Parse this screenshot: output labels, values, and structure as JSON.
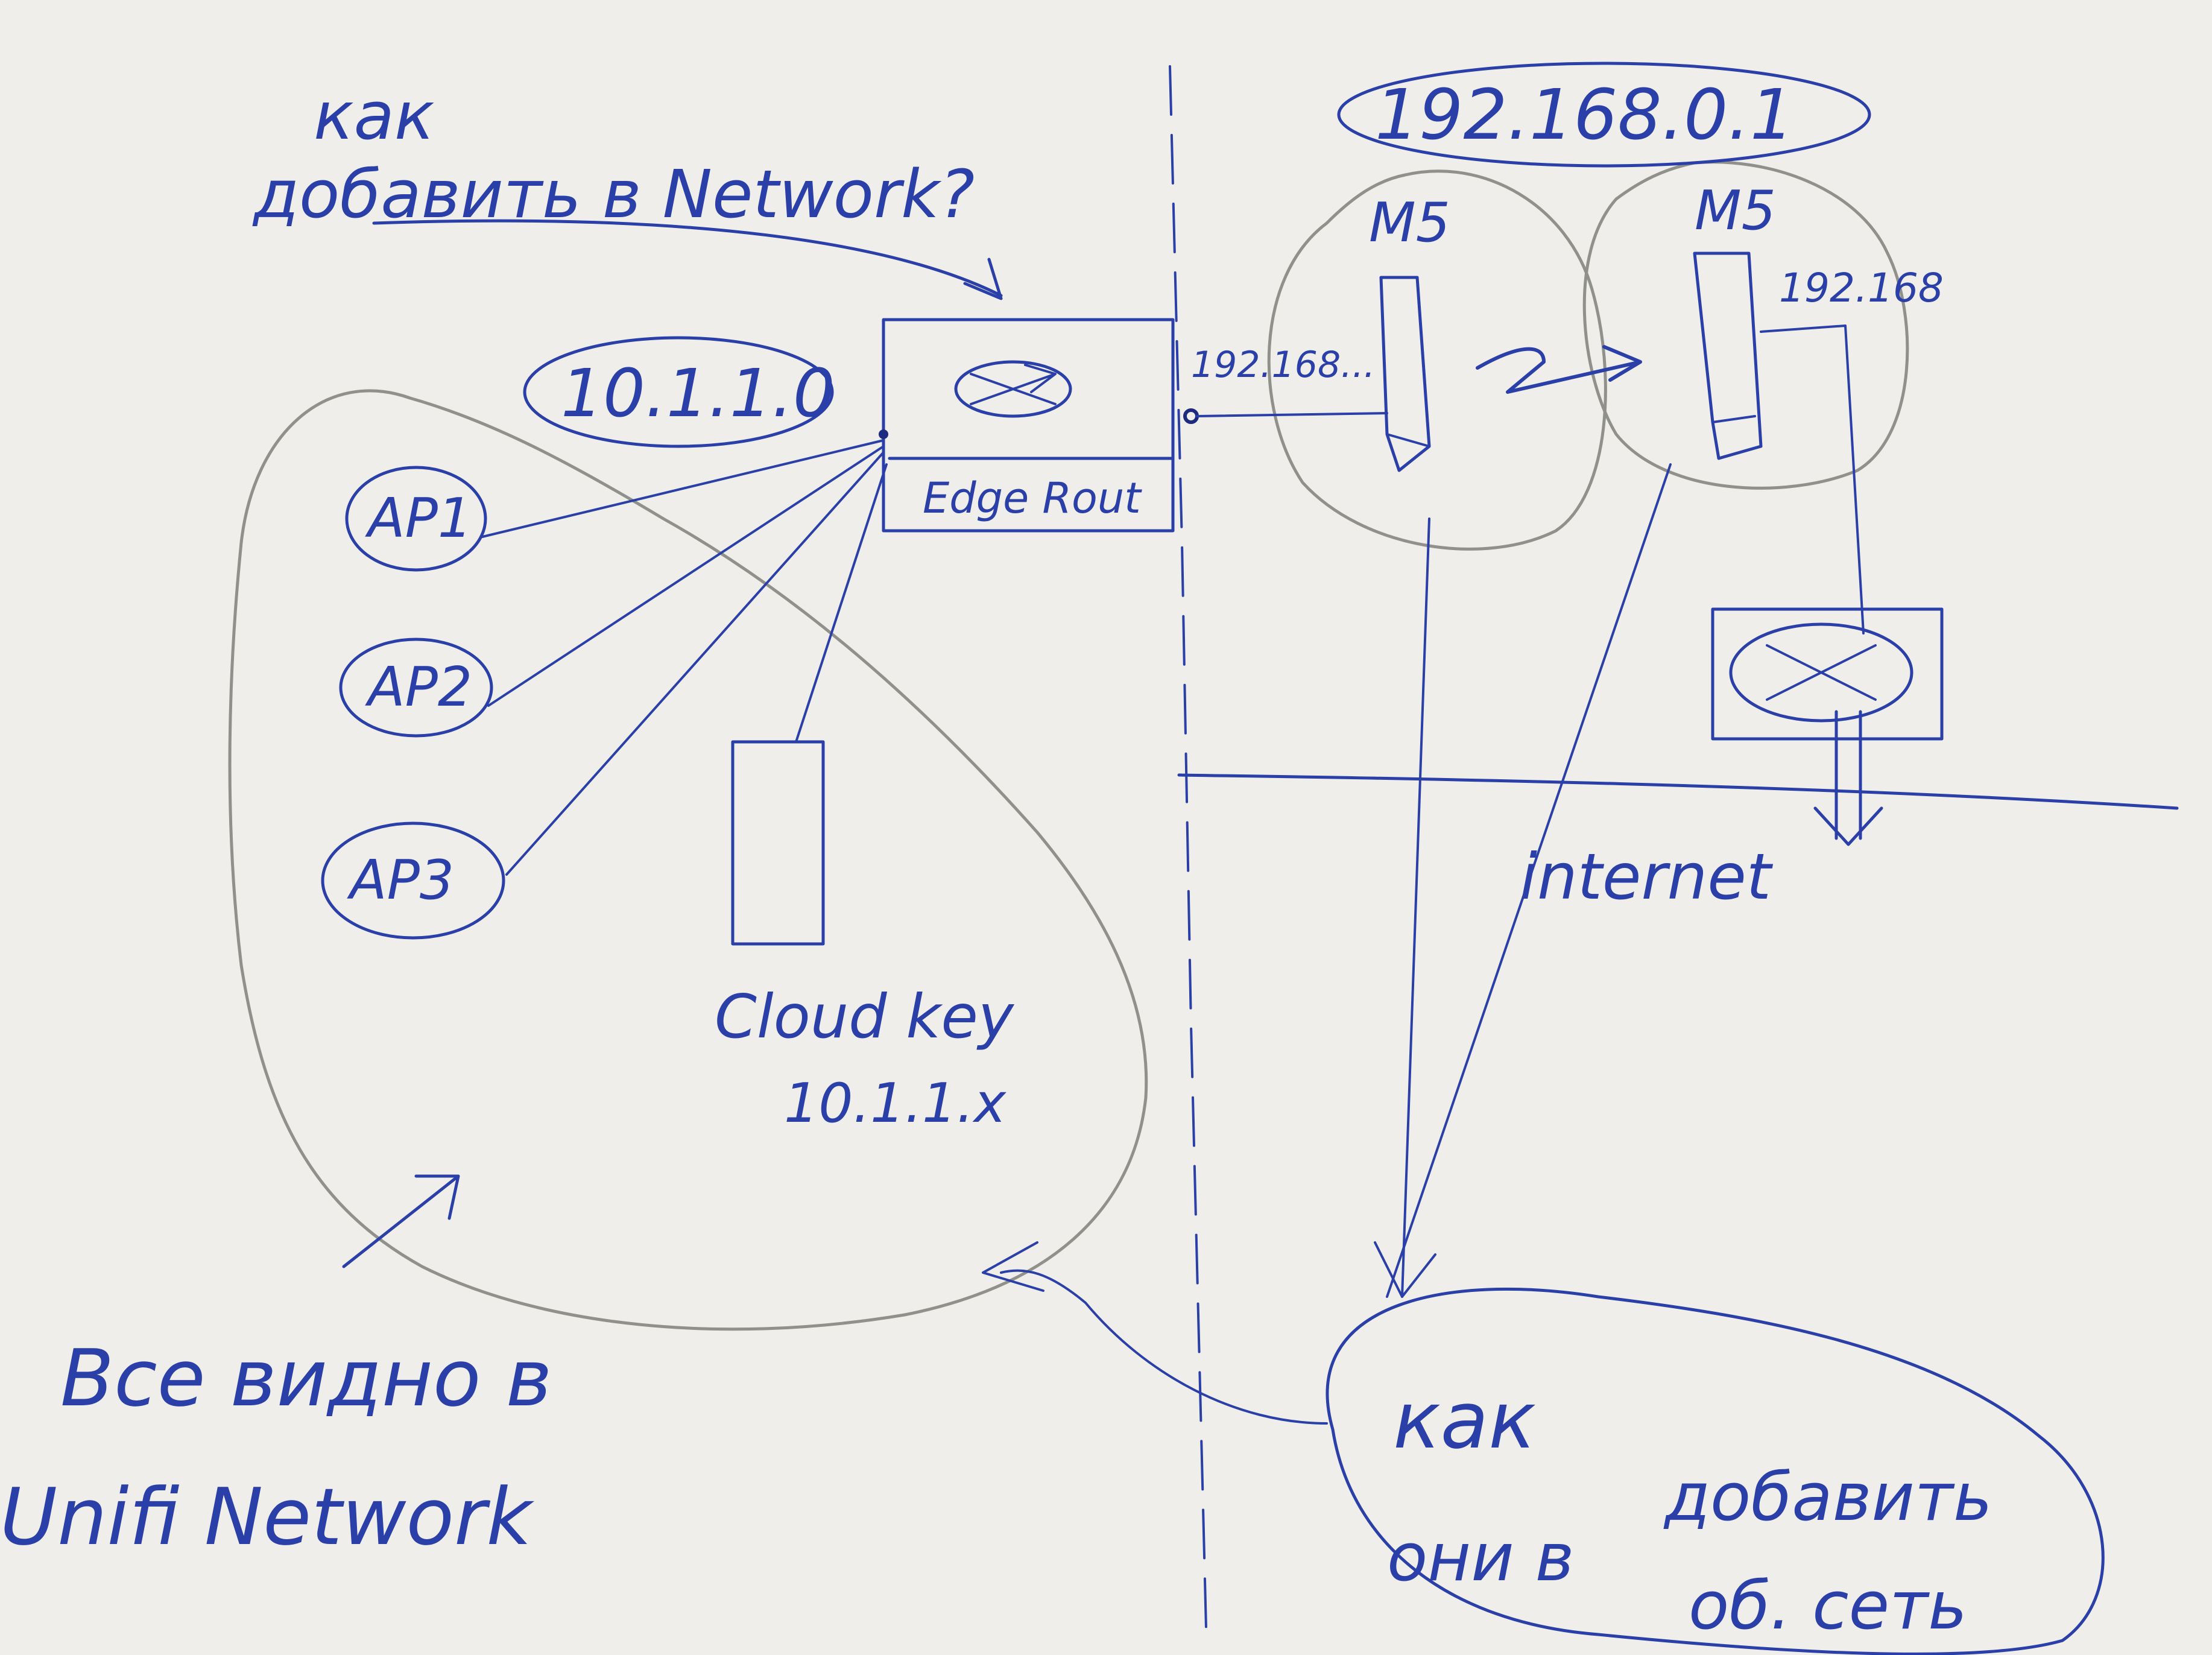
{
  "notes": {
    "top_question_line1": "как",
    "top_question_line2": "добавить в Network?",
    "bottom_left_line1": "Все видно в",
    "bottom_left_line2": "Unifi Network",
    "bottom_right_line1": "как",
    "bottom_right_line2": "добавить",
    "bottom_right_line3": "они в",
    "bottom_right_line4": "об. сеть"
  },
  "devices": {
    "edge_router": "Edge Rout",
    "cloud_key": "Cloud key",
    "cloud_key_ip": "10.1.1.x",
    "m5_left": "M5",
    "m5_right": "M5"
  },
  "access_points": [
    "AP1",
    "AP2",
    "AP3"
  ],
  "subnets": {
    "local": "10.1.1.0",
    "wan": "192.168.0.1",
    "router_port": "192.168...",
    "m5_right_ip": "192.168"
  },
  "labels": {
    "internet": "internet"
  },
  "colors": {
    "paper": "#efeeea",
    "ink": "#2a3fa8",
    "pencil": "#8f918a"
  }
}
